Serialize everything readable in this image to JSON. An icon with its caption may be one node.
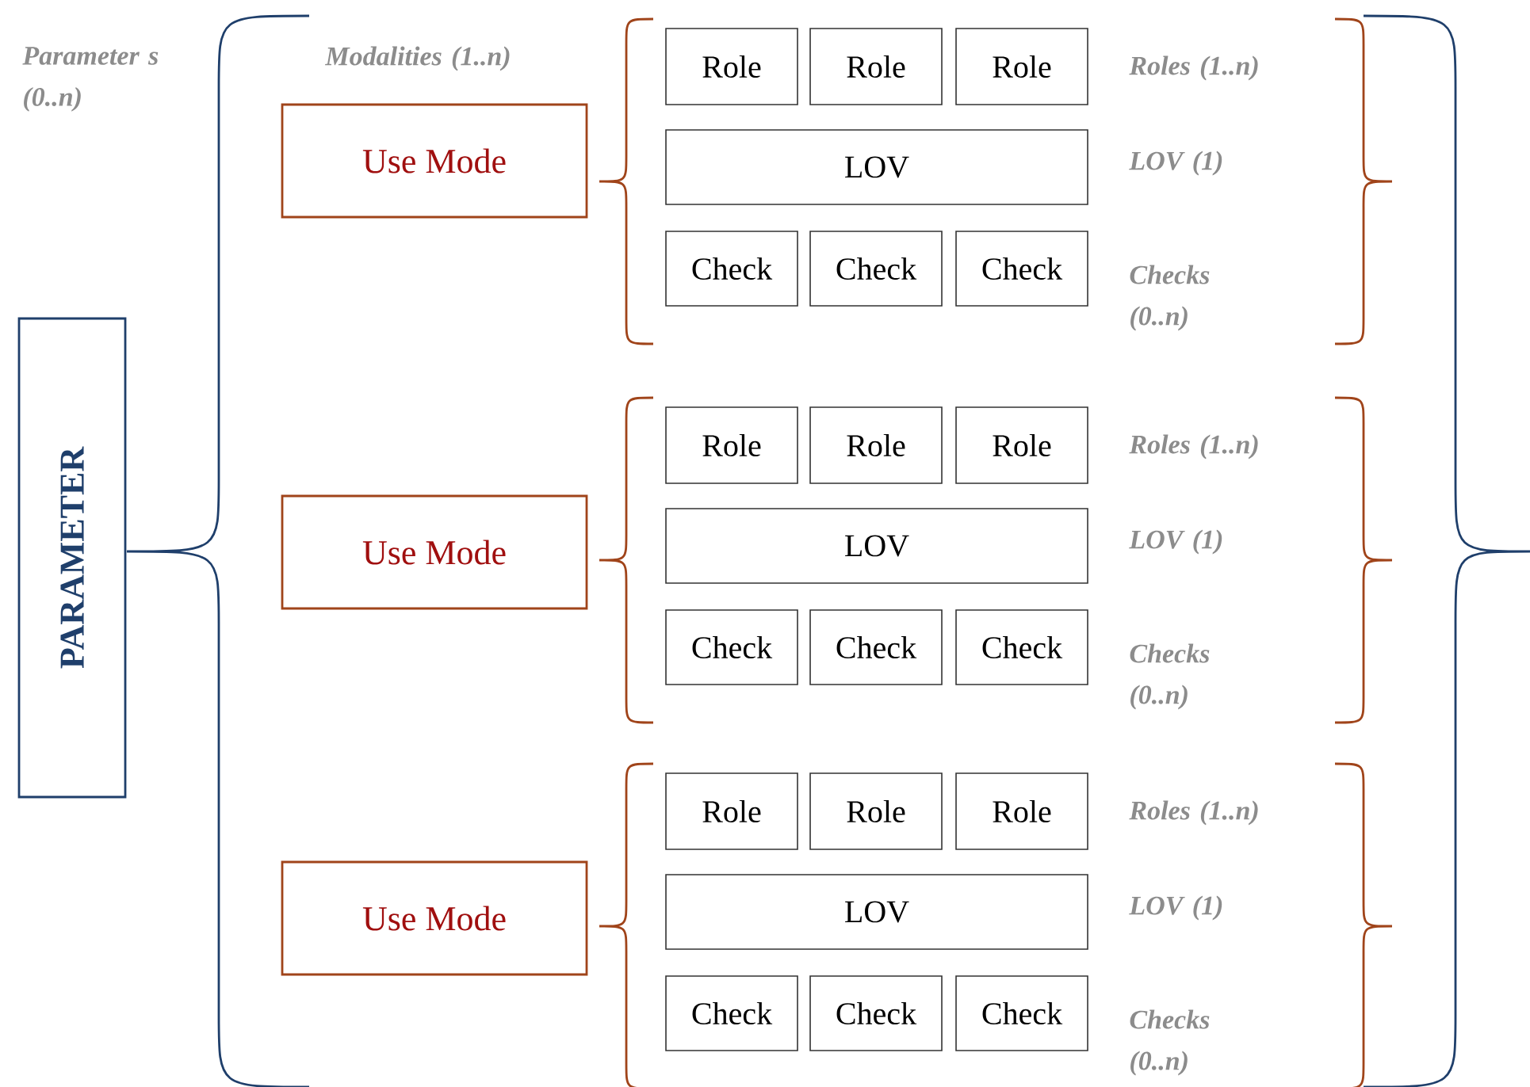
{
  "diagram": {
    "nodes": [
      {
        "text": [
          "PARAMETER"
        ]
      },
      {
        "text": [
          "Use Mode"
        ]
      },
      {
        "text": [
          "Role"
        ]
      },
      {
        "text": [
          "Role"
        ]
      },
      {
        "text": [
          "Role"
        ]
      },
      {
        "text": [
          "LOV"
        ]
      },
      {
        "text": [
          "Check"
        ]
      },
      {
        "text": [
          "Check"
        ]
      },
      {
        "text": [
          "Check"
        ]
      },
      {
        "text": [
          "Use Mode"
        ]
      },
      {
        "text": [
          "Role"
        ]
      },
      {
        "text": [
          "Role"
        ]
      },
      {
        "text": [
          "Role"
        ]
      },
      {
        "text": [
          "LOV"
        ]
      },
      {
        "text": [
          "Check"
        ]
      },
      {
        "text": [
          "Check"
        ]
      },
      {
        "text": [
          "Check"
        ]
      },
      {
        "text": [
          "Use Mode"
        ]
      },
      {
        "text": [
          "Role"
        ]
      },
      {
        "text": [
          "Role"
        ]
      },
      {
        "text": [
          "Role"
        ]
      },
      {
        "text": [
          "LOV"
        ]
      },
      {
        "text": [
          "Check"
        ]
      },
      {
        "text": [
          "Check"
        ]
      },
      {
        "text": [
          "Check"
        ]
      }
    ],
    "labels": [
      "Parameter s (0..n)",
      "Modalities (1..n)",
      "Roles (1..n)",
      "LOV (1)",
      "Checks (0..n)",
      "Roles (1..n)",
      "LOV (1)",
      "Checks (0..n)",
      "Roles (1..n)",
      "LOV (1)",
      "Checks (0..n)"
    ]
  }
}
